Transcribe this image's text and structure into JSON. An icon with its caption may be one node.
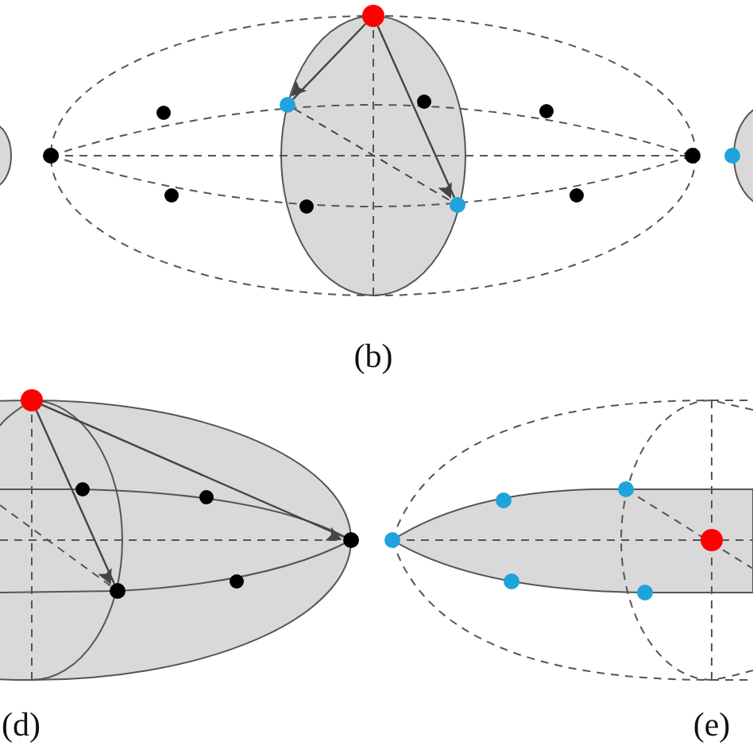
{
  "diagram": {
    "nodes": [
      {
        "text": [],
        "shape": "circle"
      },
      {
        "text": [],
        "shape": "circle"
      },
      {
        "text": [],
        "shape": "circle"
      },
      {
        "text": [],
        "shape": "circle"
      },
      {
        "text": [],
        "shape": "circle"
      },
      {
        "text": [],
        "shape": "circle"
      }
    ],
    "edges": [
      {
        "from": 0,
        "to": 1,
        "arrow": "to"
      },
      {
        "from": 0,
        "to": 2,
        "arrow": "to"
      },
      {
        "from": 1,
        "to": 2,
        "arrow": "none",
        "style": "dashed"
      },
      {
        "from": 3,
        "to": 5,
        "arrow": "to"
      },
      {
        "from": 3,
        "to": 4,
        "arrow": "to"
      }
    ],
    "labels": [
      "(b)",
      "(d)",
      "(e)"
    ]
  }
}
